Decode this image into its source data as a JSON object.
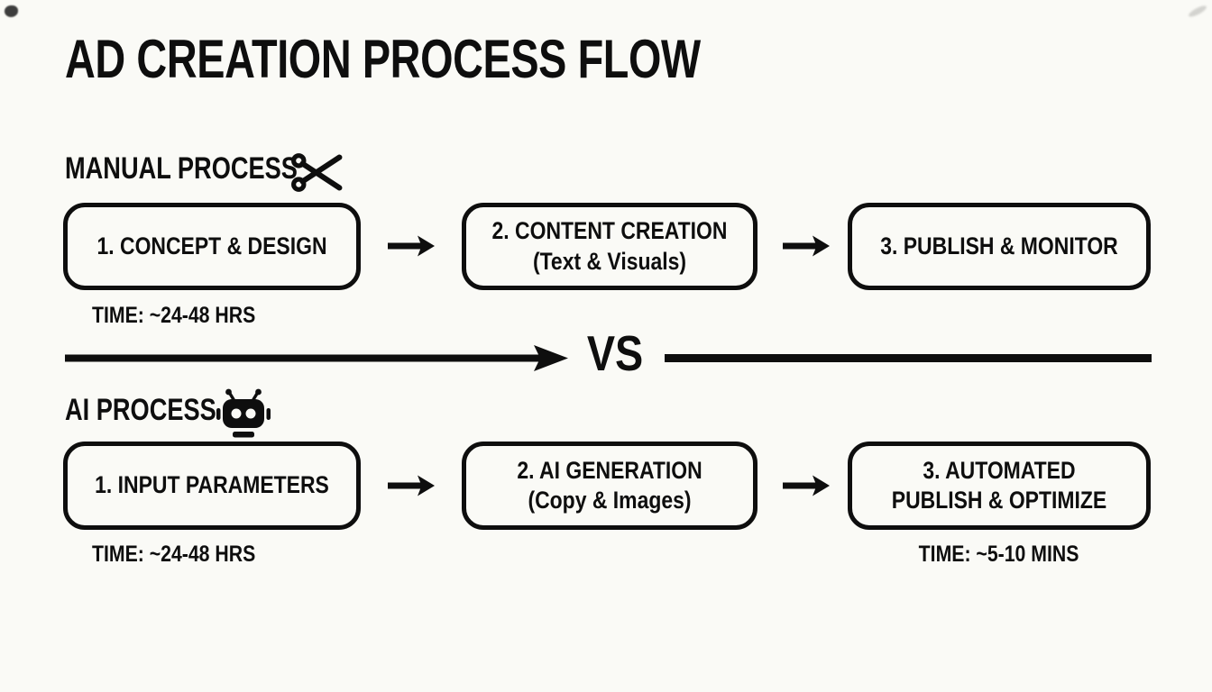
{
  "page": {
    "title": "AD CREATION PROCESS FLOW",
    "background_color": "#FAFAF6",
    "ink_color": "#0E0E0E"
  },
  "divider": {
    "vs_label": "VS"
  },
  "lanes": [
    {
      "label": "MANUAL PROCESS",
      "icon": "scissors-icon",
      "steps": [
        {
          "line1": "1. CONCEPT & DESIGN",
          "line2": "",
          "time": "TIME: ~24-48 HRS"
        },
        {
          "line1": "2. CONTENT CREATION",
          "line2": "(Text & Visuals)",
          "time": ""
        },
        {
          "line1": "3. PUBLISH & MONITOR",
          "line2": "",
          "time": ""
        }
      ]
    },
    {
      "label": "AI PROCESS",
      "icon": "robot-icon",
      "steps": [
        {
          "line1": "1. INPUT PARAMETERS",
          "line2": "",
          "time": "TIME: ~24-48 HRS"
        },
        {
          "line1": "2. AI GENERATION",
          "line2": "(Copy & Images)",
          "time": ""
        },
        {
          "line1": "3. AUTOMATED",
          "line2": "PUBLISH & OPTIMIZE",
          "time": "TIME: ~5-10 MINS"
        }
      ]
    }
  ]
}
